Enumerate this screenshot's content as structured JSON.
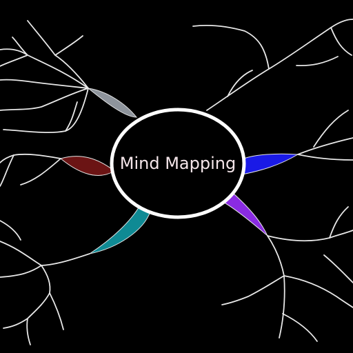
{
  "central_topic": {
    "label": "Mind Mapping"
  },
  "colors": {
    "background": "#000000",
    "ring": "#ffffff",
    "branch_line": "#e8e8e8",
    "label_text": "#f5e6ea"
  },
  "branches": [
    {
      "id": "upper-left",
      "color": "#8e949c"
    },
    {
      "id": "left",
      "color": "#6b1414"
    },
    {
      "id": "lower-left",
      "color": "#0f8a94"
    },
    {
      "id": "lower-right",
      "color": "#8a2be2"
    },
    {
      "id": "right",
      "color": "#1a1ae6"
    }
  ]
}
